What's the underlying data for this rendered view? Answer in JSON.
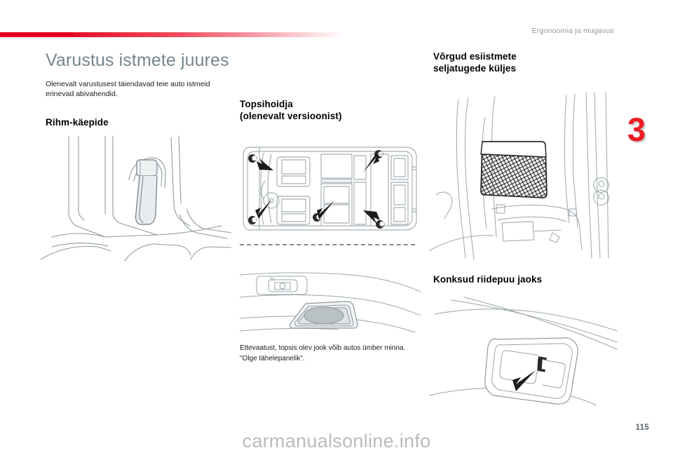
{
  "document": {
    "running_head": "Ergonoomia ja mugavus",
    "chapter_number": "3",
    "page_number": "115",
    "watermark": "carmanualsonline.info",
    "accent_color": "#e2001a",
    "chapter_color": "#ed1c24",
    "title_color": "#76868d"
  },
  "column_left": {
    "title": "Varustus istmete juures",
    "intro": "Olenevalt varustusest täiendavad teie auto istmeid erinevad abivahendid.",
    "section_heading": "Rihm-käepide",
    "figure": {
      "name": "strap-handle-illustration",
      "description": "Line drawing of a vehicle interior pillar with a strap handle"
    }
  },
  "column_middle": {
    "section_heading_line1": "Topsihoidja",
    "section_heading_line2": "(olenevalt versioonist)",
    "figure_top": {
      "name": "seat-layout-top-view-illustration",
      "description": "Top-down vehicle seat layout with cup holder location arrows"
    },
    "figure_bottom": {
      "name": "cup-holder-detail-illustration",
      "description": "Close-up line drawing of a cup holder in the trim panel"
    },
    "caption": "Ettevaatust, topsis olev jook võib autos ümber minna. \"Olge tähelepanelik\"."
  },
  "column_right": {
    "section_heading_1_line1": "Võrgud esiistmete",
    "section_heading_1_line2": "seljatugede küljes",
    "figure_net": {
      "name": "seatback-net-illustration",
      "description": "Line drawing of a mesh storage net on the side of a front seat back"
    },
    "section_heading_2": "Konksud riidepuu jaoks",
    "figure_hook": {
      "name": "coat-hook-illustration",
      "description": "Line drawing of a coat hook on the grab handle with a pointing arrow"
    }
  }
}
